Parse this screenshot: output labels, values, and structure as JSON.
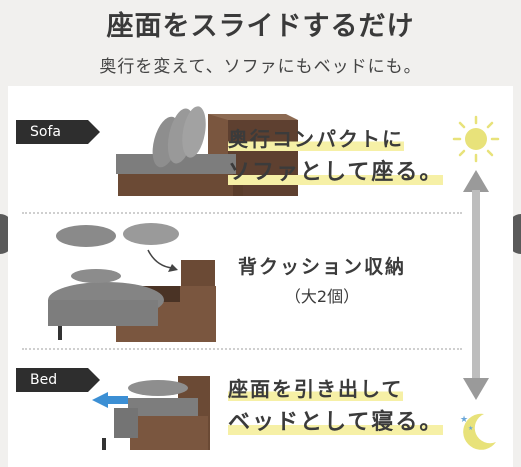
{
  "header": {
    "title": "座面をスライドするだけ",
    "subtitle": "奥行を変えて、ソファにもベッドにも。"
  },
  "sections": [
    {
      "tag": "Sofa",
      "line1": "奥行コンパクトに",
      "line2": "ソファとして座る。"
    },
    {
      "line1": "背クッション収納",
      "line2": "（大2個）"
    },
    {
      "tag": "Bed",
      "line1": "座面を引き出して",
      "line2": "ベッドとして寝る。"
    }
  ],
  "icons": {
    "top": "sun-icon",
    "bottom": "moon-icon",
    "arrow": "double-arrow-icon"
  },
  "colors": {
    "wood": "#6b4a35",
    "cushion": "#8a8a8a",
    "arrow": "#9a9a9a",
    "sun": "#e8e27a",
    "highlight": "#f6f0a6",
    "pull_arrow": "#3c8fd4"
  }
}
